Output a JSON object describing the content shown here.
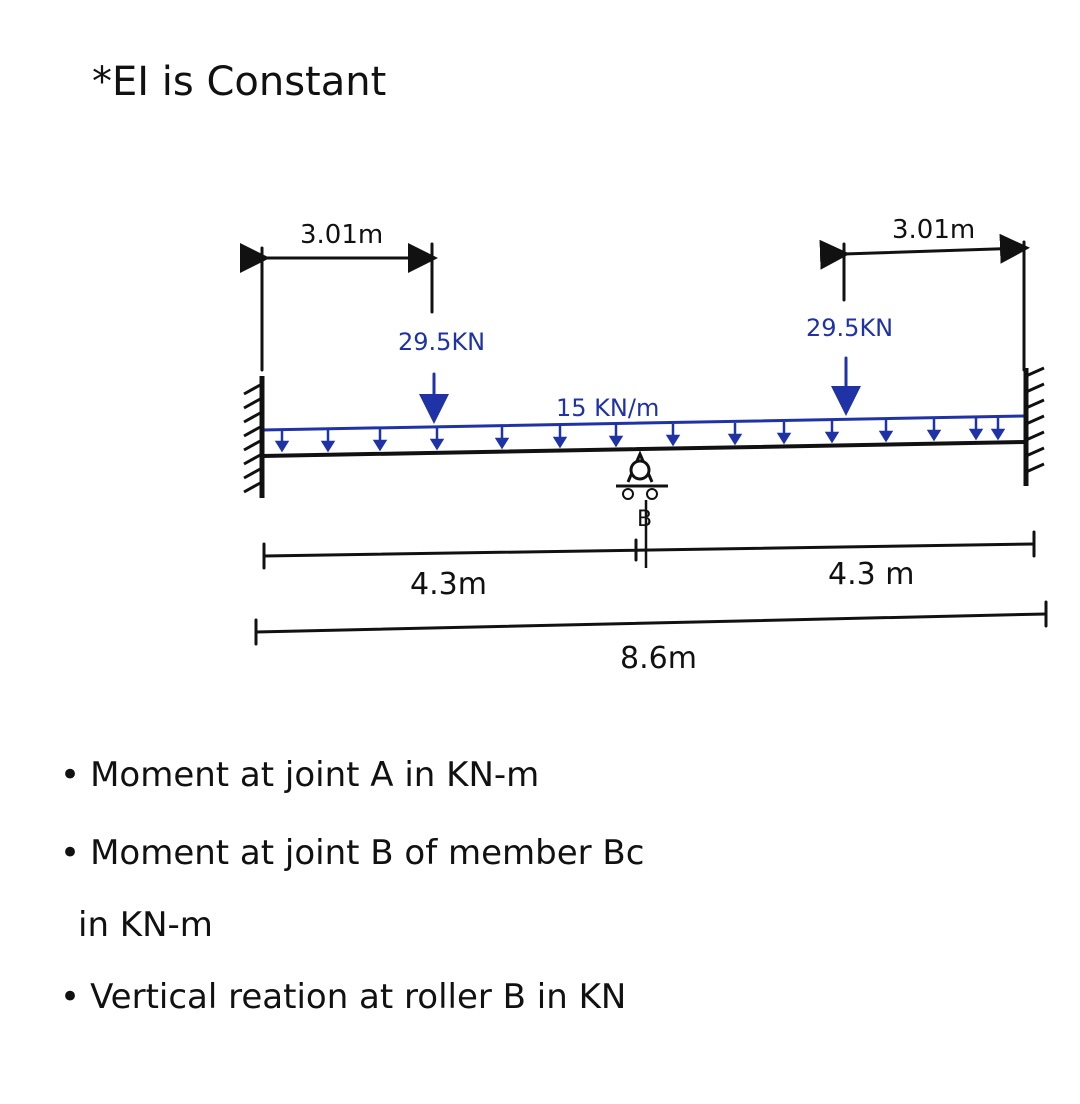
{
  "note": "*EI is Constant",
  "beam": {
    "left_span_label": "4.3m",
    "right_span_label": "4.3 m",
    "total_label": "8.6m",
    "support_b_label": "B"
  },
  "loads": {
    "distributed": "15 KN/m",
    "left_point": "29.5KN",
    "right_point": "29.5KN",
    "left_offset": "3.01m",
    "right_offset": "3.01m"
  },
  "colors": {
    "ink": "#111111",
    "load": "#1f33a6"
  },
  "questions": [
    "Moment at  joint  A  in  KN-m",
    "Moment at  joint  B  of  member  Bc",
    "in  KN-m",
    "Vertical reation  at  roller  B  in  KN"
  ]
}
